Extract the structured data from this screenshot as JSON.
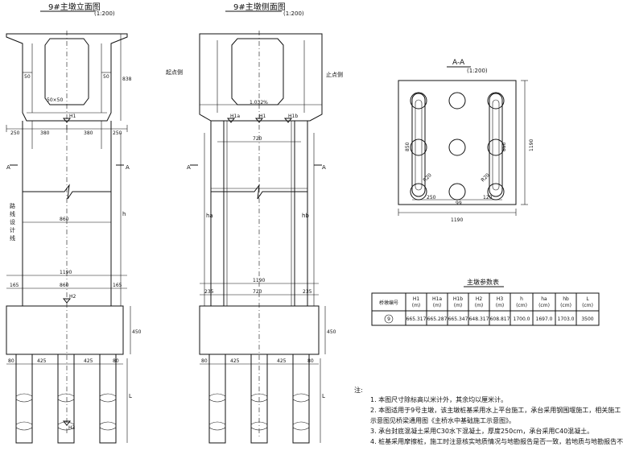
{
  "views": {
    "front": {
      "title": "9#主墩立面图",
      "scale": "(1:200)"
    },
    "side": {
      "title": "9#主墩侧面图",
      "scale": "(1:200)"
    },
    "section": {
      "title": "A-A",
      "scale": "(1:200)"
    }
  },
  "front_dims": {
    "d50a": "50",
    "d50b": "50",
    "d50x50": "50×50",
    "d838": "838",
    "d250a": "250",
    "d380a": "380",
    "d380b": "380",
    "d250b": "250",
    "d860a": "860",
    "d1190": "1190",
    "d165a": "165",
    "d860b": "860",
    "d165b": "165",
    "d450": "450",
    "d80a": "80",
    "d425a": "425",
    "d425b": "425",
    "d80b": "80",
    "h": "h",
    "L": "L",
    "H1": "H1",
    "H2": "H2",
    "H3": "H3",
    "A_left": "A",
    "A_right": "A",
    "vtext": [
      "路",
      "线",
      "设",
      "计",
      "线"
    ]
  },
  "side_dims": {
    "start": "起点侧",
    "end": "止点侧",
    "slope": "1.032%",
    "H1a": "H1a",
    "H1": "H1",
    "H1b": "H1b",
    "d720a": "720",
    "d720b": "720",
    "d1190": "1190",
    "d235a": "235",
    "d235b": "235",
    "d450": "450",
    "d80a": "80",
    "d425a": "425",
    "d425b": "425",
    "d80b": "80",
    "ha": "ha",
    "hb": "hb",
    "L": "L",
    "A_left": "A",
    "A_right": "A"
  },
  "section_dims": {
    "d1190w": "1190",
    "d1190h": "1190",
    "d250": "250",
    "d99": "99",
    "d120": "120",
    "r120a": "R20",
    "r120b": "R20",
    "d850a": "850",
    "d850b": "850"
  },
  "param_table": {
    "title": "主墩参数表",
    "headers": [
      [
        "桥墩编号"
      ],
      [
        "H1",
        "(m)"
      ],
      [
        "H1a",
        "(m)"
      ],
      [
        "H1b",
        "(m)"
      ],
      [
        "H2",
        "(m)"
      ],
      [
        "H3",
        "(m)"
      ],
      [
        "h",
        "(cm)"
      ],
      [
        "ha",
        "(cm)"
      ],
      [
        "hb",
        "(cm)"
      ],
      [
        "L",
        "(cm)"
      ]
    ],
    "row": [
      "9",
      "665.317",
      "665.287",
      "665.347",
      "648.317",
      "608.817",
      "1700.0",
      "1697.0",
      "1703.0",
      "3500"
    ]
  },
  "notes": {
    "heading": "注:",
    "items": [
      "1. 本图尺寸除标高以米计外，其余均以厘米计。",
      "2. 本图适用于9号主墩，该主墩桩基采用水上平台施工，承台采用钢围堰施工，相关施工",
      "   示意图见桥梁通用图《主桥水中基础施工示意图》。",
      "3. 承台封底混凝土采用C30水下混凝土，厚度250cm，承台采用C40混凝土。",
      "4. 桩基采用摩擦桩，施工时注意核实地质情况与地勘报告是否一致，若地质与地勘报告不"
    ]
  }
}
